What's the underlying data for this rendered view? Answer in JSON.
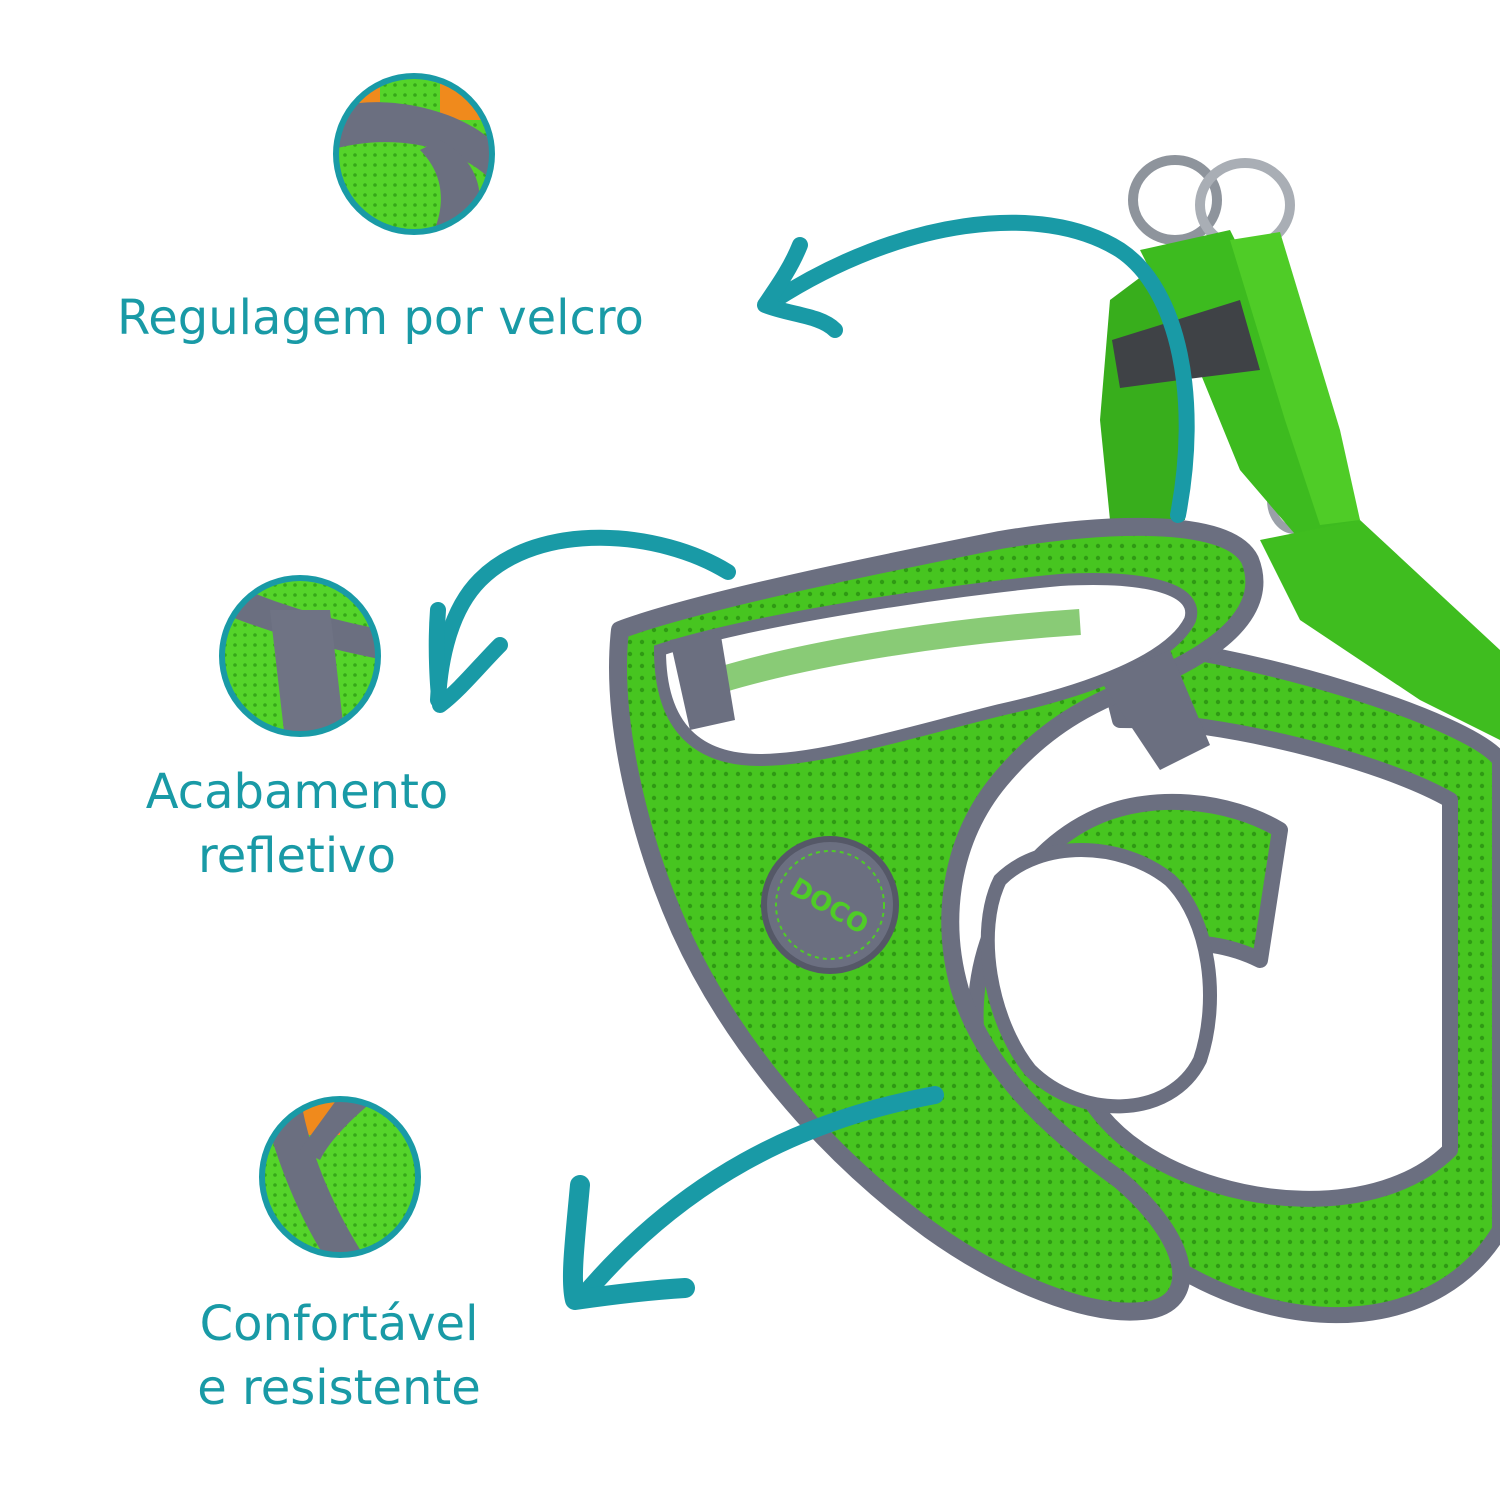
{
  "features": [
    {
      "lines": [
        "Regulagem por velcro"
      ]
    },
    {
      "lines": [
        "Acabamento",
        "refletivo"
      ]
    },
    {
      "lines": [
        "Confortável",
        "e resistente"
      ]
    }
  ],
  "harness_logo_text": "DOCO",
  "colors": {
    "accent_teal": "#199aa6",
    "mesh_green": "#47c520",
    "mesh_green_dark": "#2f9a14",
    "trim_gray": "#6b6f80",
    "ring_silver": "#9aa0a8",
    "orange_detail": "#f08a1c",
    "background": "#ffffff"
  }
}
